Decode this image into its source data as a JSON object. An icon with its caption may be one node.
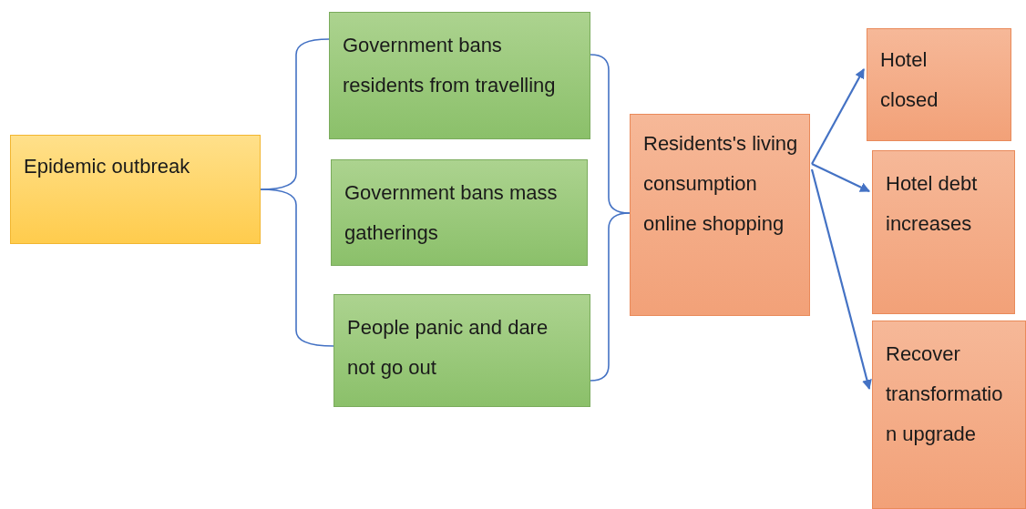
{
  "diagram": {
    "nodes": [
      {
        "text": [
          "Epidemic outbreak"
        ]
      },
      {
        "text": [
          "Government bans residents from travelling"
        ]
      },
      {
        "text": [
          "Government bans mass gatherings"
        ]
      },
      {
        "text": [
          "People panic and dare not go out"
        ]
      },
      {
        "text": [
          "Residents's living consumption online shopping"
        ]
      },
      {
        "text": [
          "Hotel closed"
        ]
      },
      {
        "text": [
          "Hotel debt increases"
        ]
      },
      {
        "text": [
          "Recover transformatio n upgrade"
        ]
      }
    ],
    "edges": [
      {
        "from": 0,
        "to": 1,
        "arrow": "none"
      },
      {
        "from": 0,
        "to": 3,
        "arrow": "none"
      },
      {
        "from": 1,
        "to": 4,
        "arrow": "none"
      },
      {
        "from": 3,
        "to": 4,
        "arrow": "none"
      },
      {
        "from": 4,
        "to": 5,
        "arrow": "to"
      },
      {
        "from": 4,
        "to": 6,
        "arrow": "to"
      },
      {
        "from": 4,
        "to": 7,
        "arrow": "to"
      }
    ]
  }
}
